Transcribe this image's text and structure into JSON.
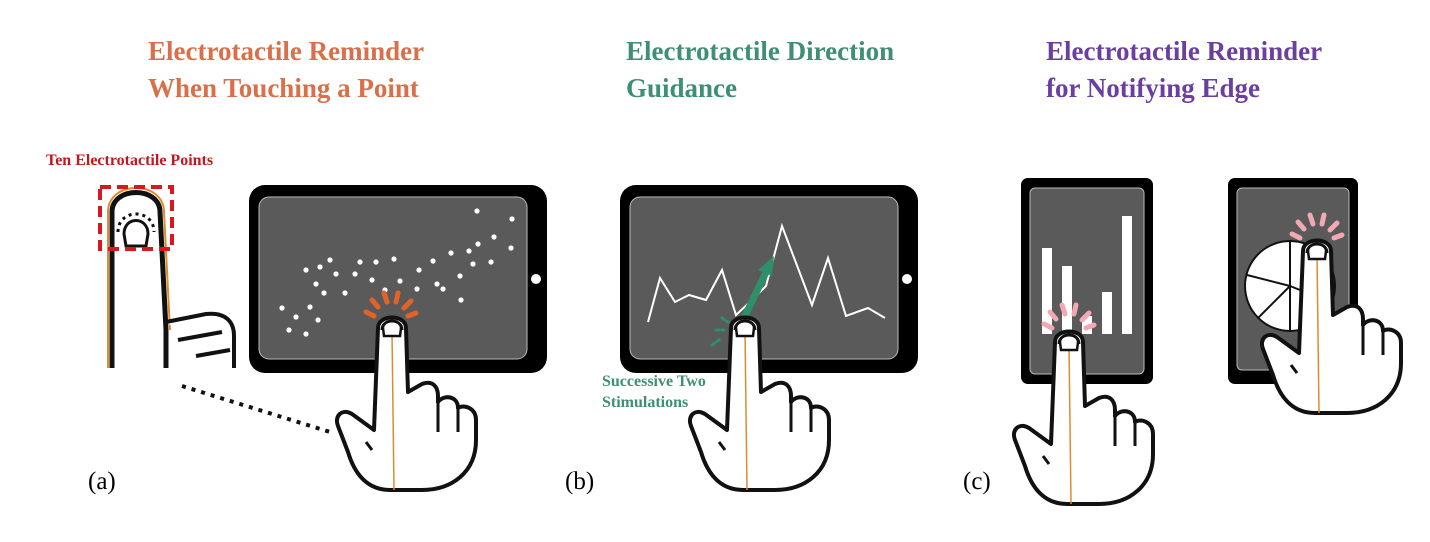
{
  "titles": {
    "a_line1": "Electrotactile Reminder",
    "a_line2": "When Touching a Point",
    "b_line1": "Electrotactile Direction",
    "b_line2": "Guidance",
    "c_line1": "Electrotactile Reminder",
    "c_line2": "for Notifying Edge"
  },
  "labels": {
    "ten_points": "Ten Electrotactile Points",
    "successive_line1": "Successive Two",
    "successive_line2": "Stimulations"
  },
  "panels": {
    "a": "(a)",
    "b": "(b)",
    "c": "(c)"
  },
  "colors": {
    "orange": "#D9704A",
    "green": "#3E8F74",
    "purple": "#6B3FA0",
    "red": "#C0181C",
    "pink": "#F2A9B4",
    "screen": "#5A5A5A"
  }
}
